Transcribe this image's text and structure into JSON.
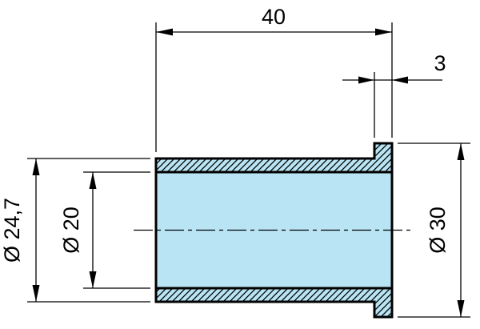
{
  "drawing": {
    "dimensions": {
      "length": "40",
      "flange_width": "3",
      "body_diameter": "Ø 24,7",
      "bore_diameter": "Ø 20",
      "flange_diameter": "Ø 30"
    },
    "colors": {
      "material": "#b9e4f4",
      "line": "#000000",
      "background": "#ffffff"
    }
  }
}
